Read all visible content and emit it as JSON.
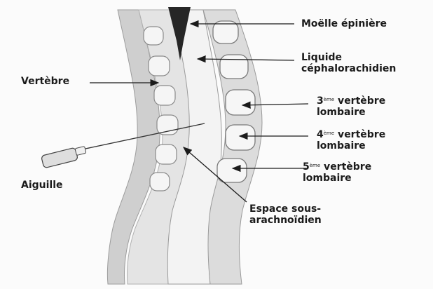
{
  "diagram": {
    "labels": {
      "moelle": "Moëlle épinière",
      "liquide_line1": "Liquide",
      "liquide_line2": "céphalorachidien",
      "vertebre": "Vertèbre",
      "v3_num": "3",
      "v3_sup": "ème",
      "v3_word": " vertèbre",
      "v3_line2": "lombaire",
      "v4_num": "4",
      "v4_sup": "ème",
      "v4_word": " vertèbre",
      "v4_line2": "lombaire",
      "v5_num": "5",
      "v5_sup": "ème",
      "v5_word": " vertèbre",
      "v5_line2": "lombaire",
      "aiguille": "Aiguille",
      "espace_line1": "Espace sous-",
      "espace_line2": "arachnoïdien"
    },
    "colors": {
      "ink": "#1b1b1b",
      "tissue": "#c9c9c9",
      "tissue_light": "#e6e6e6",
      "bone": "#f4f4f4"
    }
  }
}
